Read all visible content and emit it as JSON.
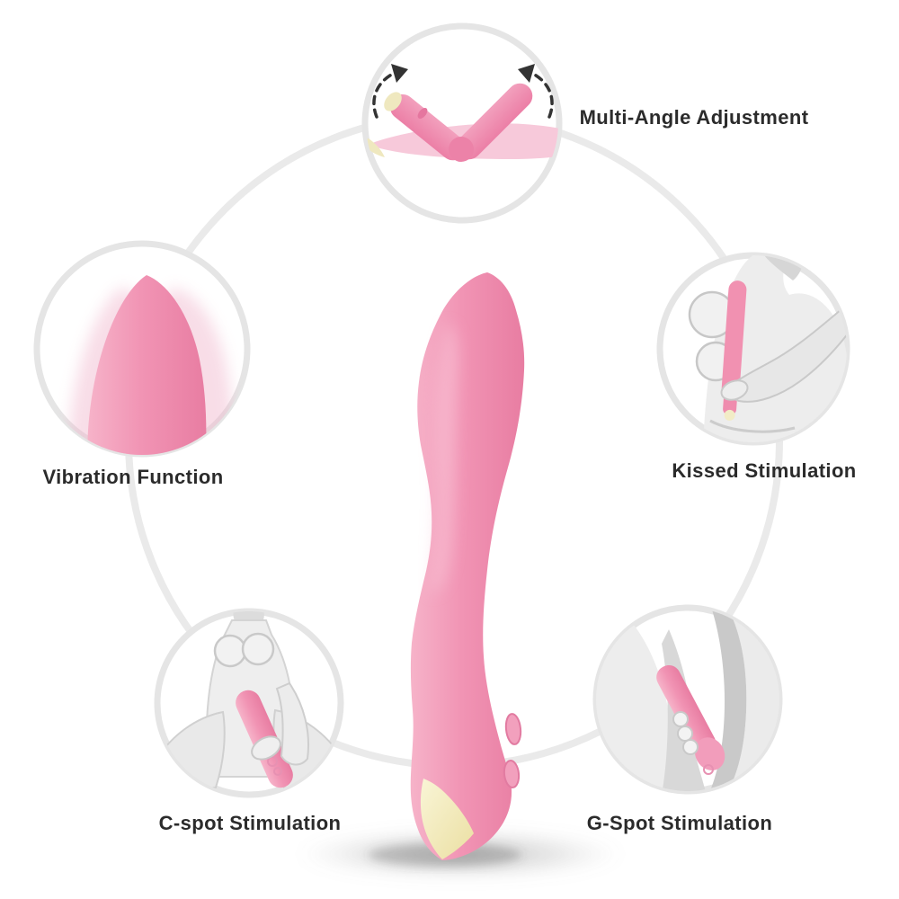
{
  "image": {
    "type": "product-feature-infographic",
    "background": "#ffffff"
  },
  "product": {
    "name": "curved wand massager",
    "body_color": "#f094b3",
    "base_tip_color": "#f4eec6",
    "button_count": "2"
  },
  "features": [
    {
      "id": "multi-angle",
      "label": "Multi-Angle Adjustment",
      "illustration": "device bent into V with rotation arrows"
    },
    {
      "id": "vibration",
      "label": "Vibration Function",
      "illustration": "device tip with vibration motion blur"
    },
    {
      "id": "kissed",
      "label": "Kissed Stimulation",
      "illustration": "figure holding device at chest"
    },
    {
      "id": "c-spot",
      "label": "C-spot Stimulation",
      "illustration": "seated figure using device"
    },
    {
      "id": "g-spot",
      "label": "G-Spot Stimulation",
      "illustration": "thighs with device"
    }
  ],
  "colors": {
    "ring_gray": "#eaeaea",
    "circle_ring_gray": "#e5e5e5",
    "figure_fill": "#ededed",
    "figure_line": "#c9c9c9",
    "pink_light": "#f7c9da",
    "pink_dark": "#ec7fa6",
    "arrow": "#333333",
    "text": "#2b2b2b"
  }
}
